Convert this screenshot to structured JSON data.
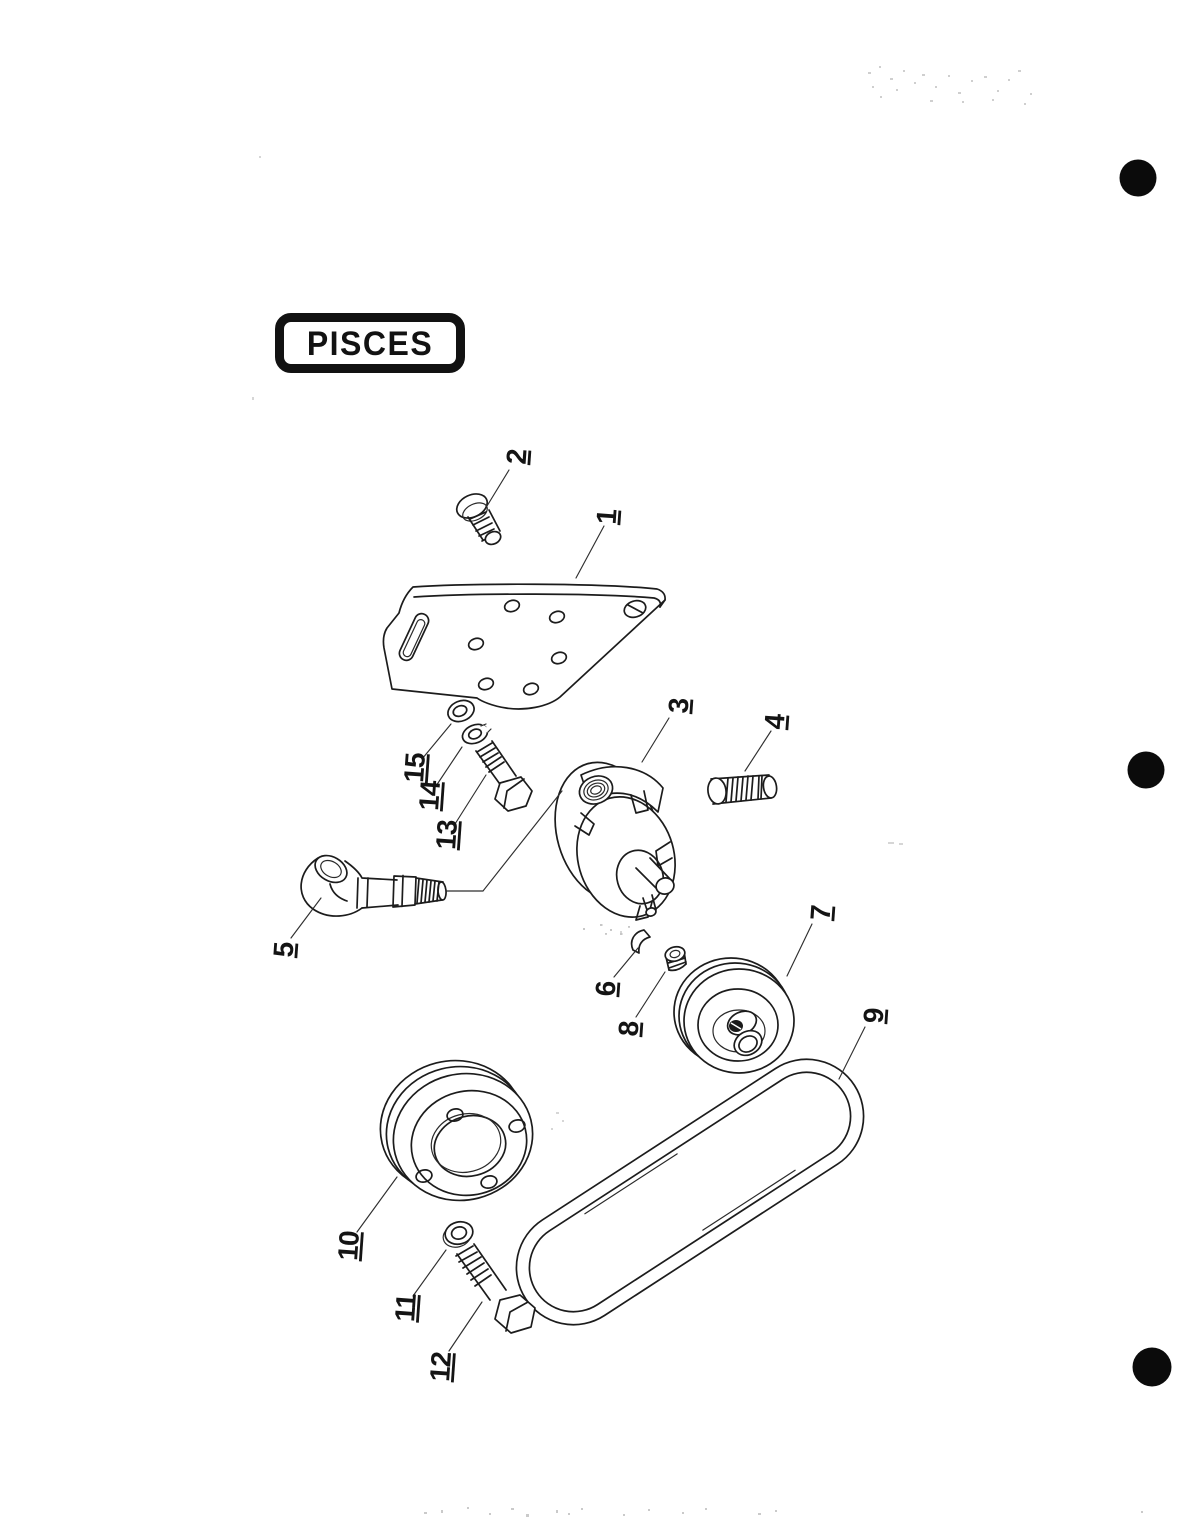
{
  "page": {
    "kind": "exploded-parts-diagram scanned page",
    "background": "#ffffff",
    "ink": "#1c1c1c"
  },
  "logo": {
    "text": "PISCES"
  },
  "callouts": {
    "c1": "1",
    "c2": "2",
    "c3": "3",
    "c4": "4",
    "c5": "5",
    "c6": "6",
    "c7": "7",
    "c8": "8",
    "c9": "9",
    "c10": "10",
    "c11": "11",
    "c12": "12",
    "c13": "13",
    "c14": "14",
    "c15": "15"
  },
  "artifacts": {
    "punch_hole_count": 3,
    "punch_hole_color": "#0b0b0b"
  }
}
